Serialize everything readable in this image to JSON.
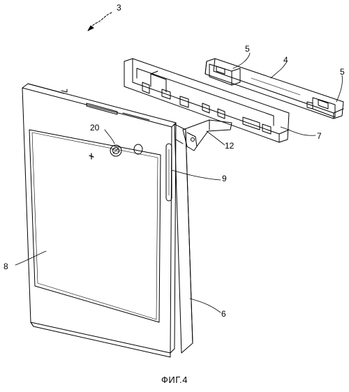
{
  "figure": {
    "caption": "ФИГ.4",
    "labels": {
      "assembly": "3",
      "bracket_end_top": "5",
      "bracket_bar": "4",
      "bracket_end_right": "5",
      "panel_plate": "7",
      "hinge_clip": "12",
      "knob": "20",
      "indicator": "9",
      "glass_window": "8",
      "side_panel": "6"
    }
  }
}
